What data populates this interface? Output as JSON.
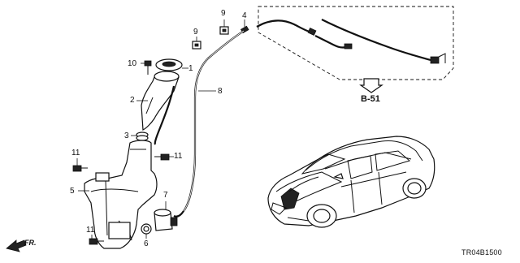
{
  "callouts": {
    "c1": "1",
    "c2": "2",
    "c3": "3",
    "c4": "4",
    "c5": "5",
    "c6": "6",
    "c7": "7",
    "c8": "8",
    "c9a": "9",
    "c9b": "9",
    "c10": "10",
    "c11a": "11",
    "c11b": "11",
    "c11c": "11"
  },
  "reference_label": "B-51",
  "direction_label": "FR.",
  "diagram_code": "TR04B1500"
}
